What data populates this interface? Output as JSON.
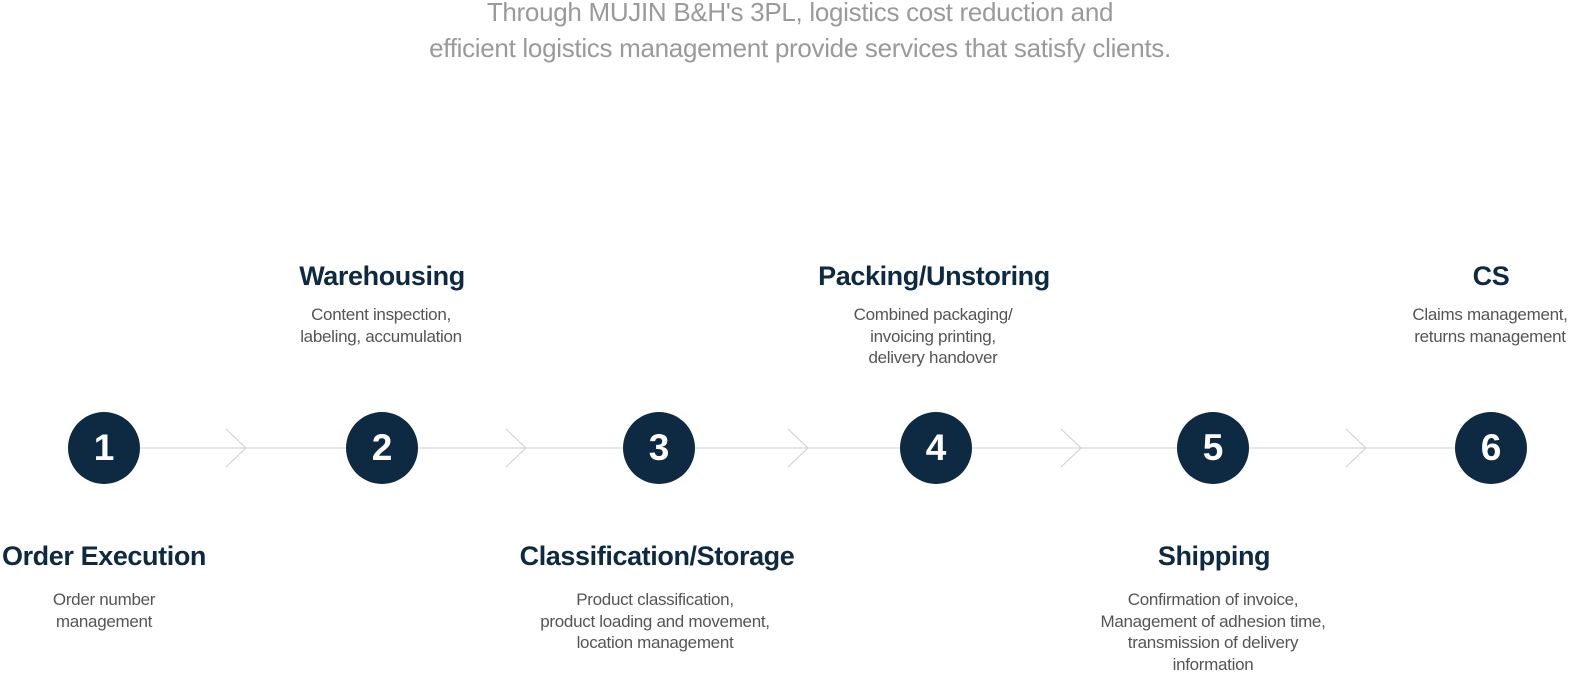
{
  "intro": {
    "line1": "Through MUJIN B&H's 3PL, logistics cost reduction and",
    "line2": "efficient logistics management provide services that satisfy clients."
  },
  "steps": [
    {
      "number": "1",
      "title": "Order Execution",
      "desc": [
        "Order number",
        "management"
      ],
      "position": "below"
    },
    {
      "number": "2",
      "title": "Warehousing",
      "desc": [
        "Content inspection,",
        "labeling, accumulation"
      ],
      "position": "above"
    },
    {
      "number": "3",
      "title": "Classification/Storage",
      "desc": [
        "Product classification,",
        "product loading and movement,",
        "location management"
      ],
      "position": "below"
    },
    {
      "number": "4",
      "title": "Packing/Unstoring",
      "desc": [
        "Combined packaging/",
        "invoicing printing,",
        "delivery handover"
      ],
      "position": "above"
    },
    {
      "number": "5",
      "title": "Shipping",
      "desc": [
        "Confirmation of invoice,",
        "Management of adhesion time,",
        "transmission of delivery",
        "information"
      ],
      "position": "below"
    },
    {
      "number": "6",
      "title": "CS",
      "desc": [
        "Claims management,",
        "returns management"
      ],
      "position": "above"
    }
  ],
  "colors": {
    "circle": "#0e2a42",
    "title": "#0e2a42",
    "desc": "#555555",
    "intro": "#9a9a9a",
    "connector": "#cfcfcf"
  },
  "icons": {
    "connector_arrow": "chevron-right-icon"
  }
}
